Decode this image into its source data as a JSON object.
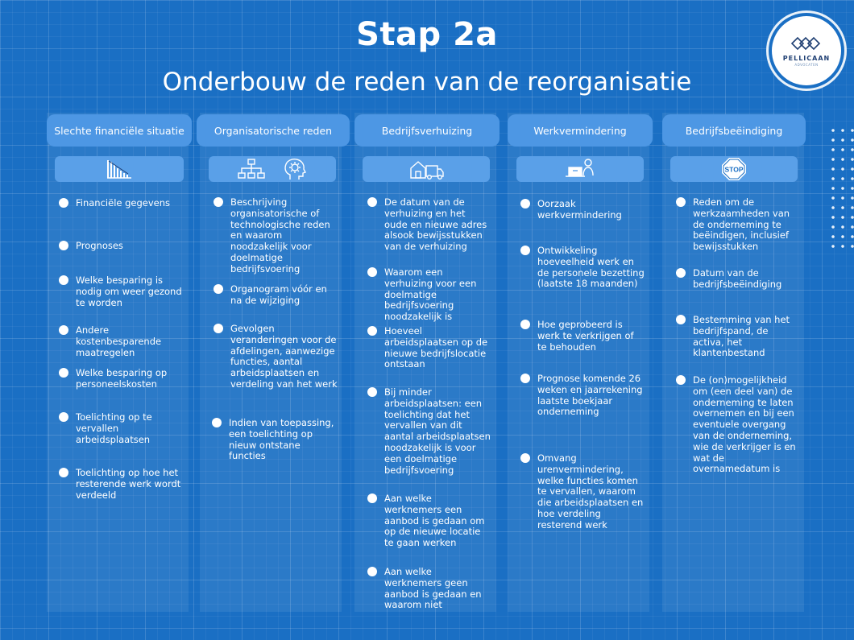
{
  "title": "Stap 2a",
  "subtitle": "Onderbouw de reden van de reorganisatie",
  "logo": {
    "name": "PELLICAAN",
    "tagline": "ADVOCATEN"
  },
  "columns": [
    {
      "header": "Slechte financiële situatie",
      "icons": [
        "declining-bar-chart-icon"
      ],
      "items": [
        "Financiële gegevens",
        "Prognoses",
        "Welke besparing is nodig om weer gezond te worden",
        "Andere kostenbesparende maatregelen",
        "Welke besparing op personeelskosten",
        "Toelichting op te vervallen arbeidsplaatsen",
        "Toelichting op hoe het resterende werk wordt verdeeld"
      ]
    },
    {
      "header": "Organisatorische reden",
      "icons": [
        "org-chart-icon",
        "gear-head-icon"
      ],
      "items": [
        "Beschrijving organisatorische of technologische reden en waarom noodzakelijk voor doelmatige bedrijfsvoering",
        "Organogram vóór en na de wijziging",
        "Gevolgen veranderingen voor de afdelingen, aanwezige functies, aantal arbeidsplaatsen en verdeling van het werk",
        "Indien van toepassing, een toelichting op nieuw ontstane functies"
      ]
    },
    {
      "header": "Bedrijfsverhuizing",
      "icons": [
        "moving-truck-icon"
      ],
      "items": [
        "De datum van de verhuizing en het oude en nieuwe adres alsook bewijsstukken van de verhuizing",
        "Waarom een verhuizing voor een doelmatige bedrijfsvoering noodzakelijk is",
        "Hoeveel arbeidsplaatsen op de nieuwe bedrijfslocatie ontstaan",
        "Bij minder arbeidsplaatsen: een toelichting dat het vervallen van dit aantal arbeidsplaatsen noodzakelijk is voor een doelmatige bedrijfsvoering",
        "Aan welke werknemers een aanbod is gedaan om op de nieuwe locatie te gaan werken",
        "Aan welke werknemers geen aanbod is gedaan en waarom niet"
      ]
    },
    {
      "header": "Werkvermindering",
      "icons": [
        "person-laptop-icon"
      ],
      "items": [
        "Oorzaak werkvermindering",
        "Ontwikkeling hoeveelheid werk en de personele bezetting (laatste 18 maanden)",
        "Hoe geprobeerd is werk te verkrijgen of te behouden",
        "Prognose komende 26 weken en jaarrekening laatste boekjaar onderneming",
        "Omvang urenvermindering, welke functies komen te vervallen, waarom die arbeidsplaatsen en hoe verdeling resterend werk"
      ]
    },
    {
      "header": "Bedrijfsbeëindiging",
      "icons": [
        "stop-sign-icon"
      ],
      "items": [
        "Reden om de werkzaamheden van de onderneming te beëindigen, inclusief bewijsstukken",
        "Datum van de bedrijfsbeëindiging",
        "Bestemming van het bedrijfspand, de activa, het klantenbestand",
        "De (on)mogelijkheid om (een deel van) de onderneming te laten overnemen en bij een eventuele overgang van de onderneming, wie de verkrijger is en wat de overnamedatum is"
      ]
    }
  ],
  "stop_label": "STOP"
}
